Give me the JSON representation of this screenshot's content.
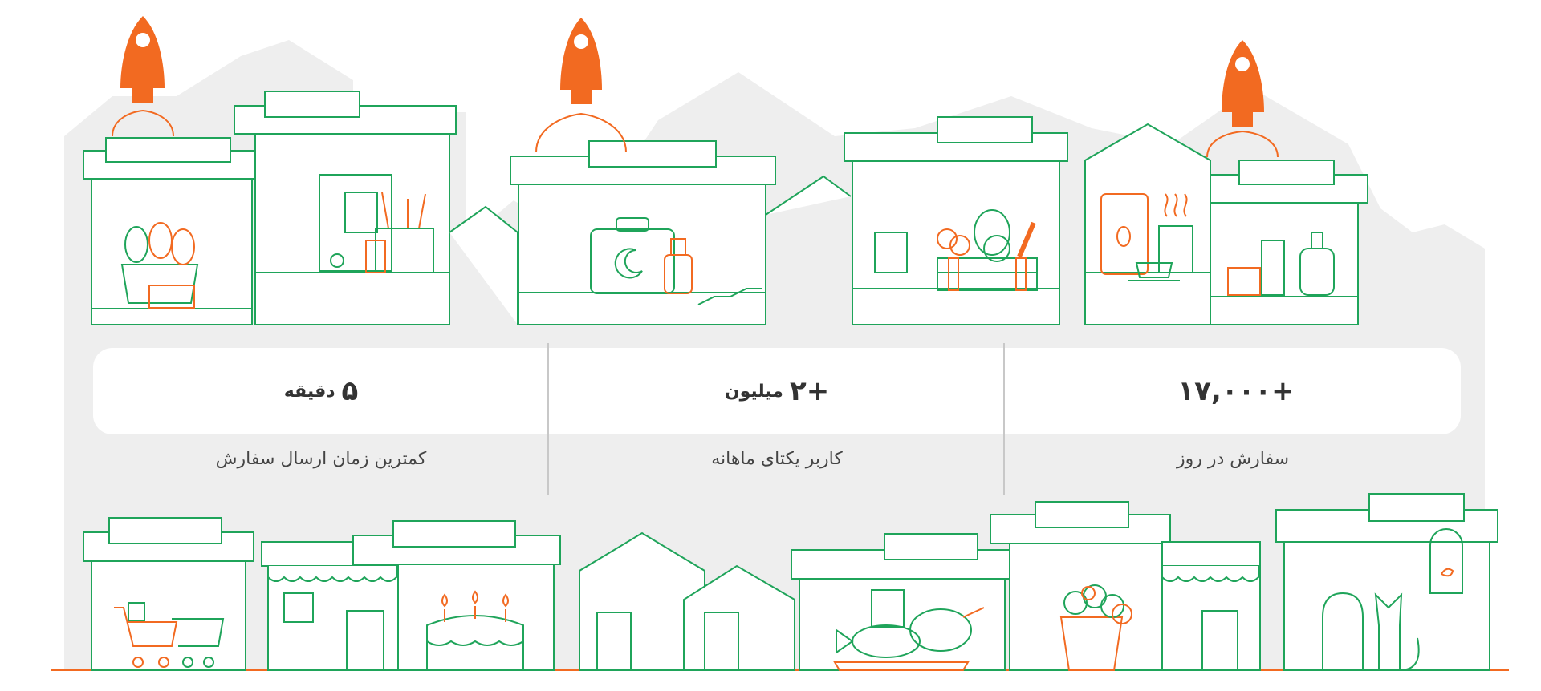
{
  "stats": [
    {
      "value": "+۱۷,۰۰۰",
      "unit": "",
      "caption": "سفارش در روز"
    },
    {
      "value": "+۲",
      "unit": "میلیون",
      "caption": "کاربر یکتای ماهانه"
    },
    {
      "value": "۵",
      "unit": "دقیقه",
      "caption": "کمترین زمان ارسال سفارش"
    }
  ],
  "colors": {
    "accent": "#f26a21",
    "outline": "#1fa45a",
    "backdrop": "#eeeeee",
    "panel": "#ffffff"
  },
  "icons": [
    "rocket-icon",
    "bakery-basket-icon",
    "stationery-icon",
    "medicine-kit-icon",
    "produce-crate-icon",
    "coffee-shop-icon",
    "cosmetics-icon",
    "shopping-cart-icon",
    "cake-icon",
    "fish-meat-icon",
    "flower-bucket-icon",
    "pets-icon"
  ]
}
